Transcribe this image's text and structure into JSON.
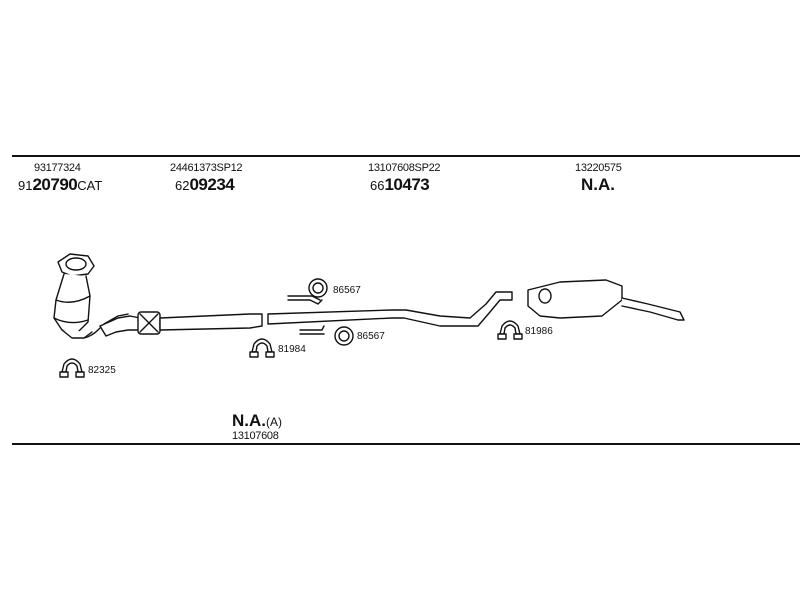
{
  "sections": [
    {
      "ref": "93177324",
      "part_prefix": "91",
      "part_bold": "20790",
      "part_suffix": "CAT"
    },
    {
      "ref": "24461373SP12",
      "part_prefix": "62",
      "part_bold": "09234",
      "part_suffix": ""
    },
    {
      "ref": "13107608SP22",
      "part_prefix": "66",
      "part_bold": "10473",
      "part_suffix": ""
    },
    {
      "ref": "13220575",
      "part_bold": "N.A."
    }
  ],
  "bottom_item": {
    "na": "N.A.",
    "suffix": "(A)",
    "ref": "13107608"
  },
  "clamps": [
    {
      "label": "82325",
      "icon": "clamp-u-icon"
    },
    {
      "label": "81984",
      "icon": "clamp-u-icon"
    },
    {
      "label": "86567",
      "icon": "ring-clamp-icon"
    },
    {
      "label": "86567",
      "icon": "ring-clamp-icon"
    },
    {
      "label": "81986",
      "icon": "clamp-u-icon"
    }
  ],
  "colors": {
    "line": "#111111",
    "fill": "#ffffff"
  }
}
